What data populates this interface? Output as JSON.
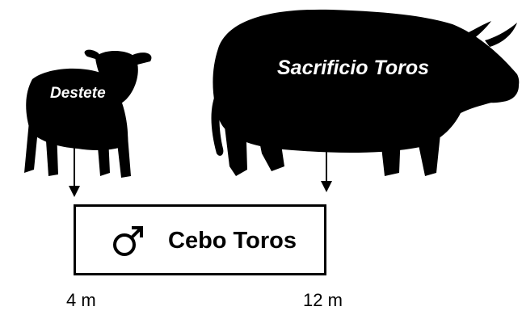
{
  "labels": {
    "weaning": "Destete",
    "slaughter": "Sacrificio Toros"
  },
  "stage": {
    "symbol": "male-symbol",
    "name": "Cebo Toros"
  },
  "timeline": {
    "start": "4 m",
    "end": "12 m"
  },
  "colors": {
    "silhouette": "#000000",
    "label_text": "#ffffff",
    "box_border": "#000000"
  }
}
